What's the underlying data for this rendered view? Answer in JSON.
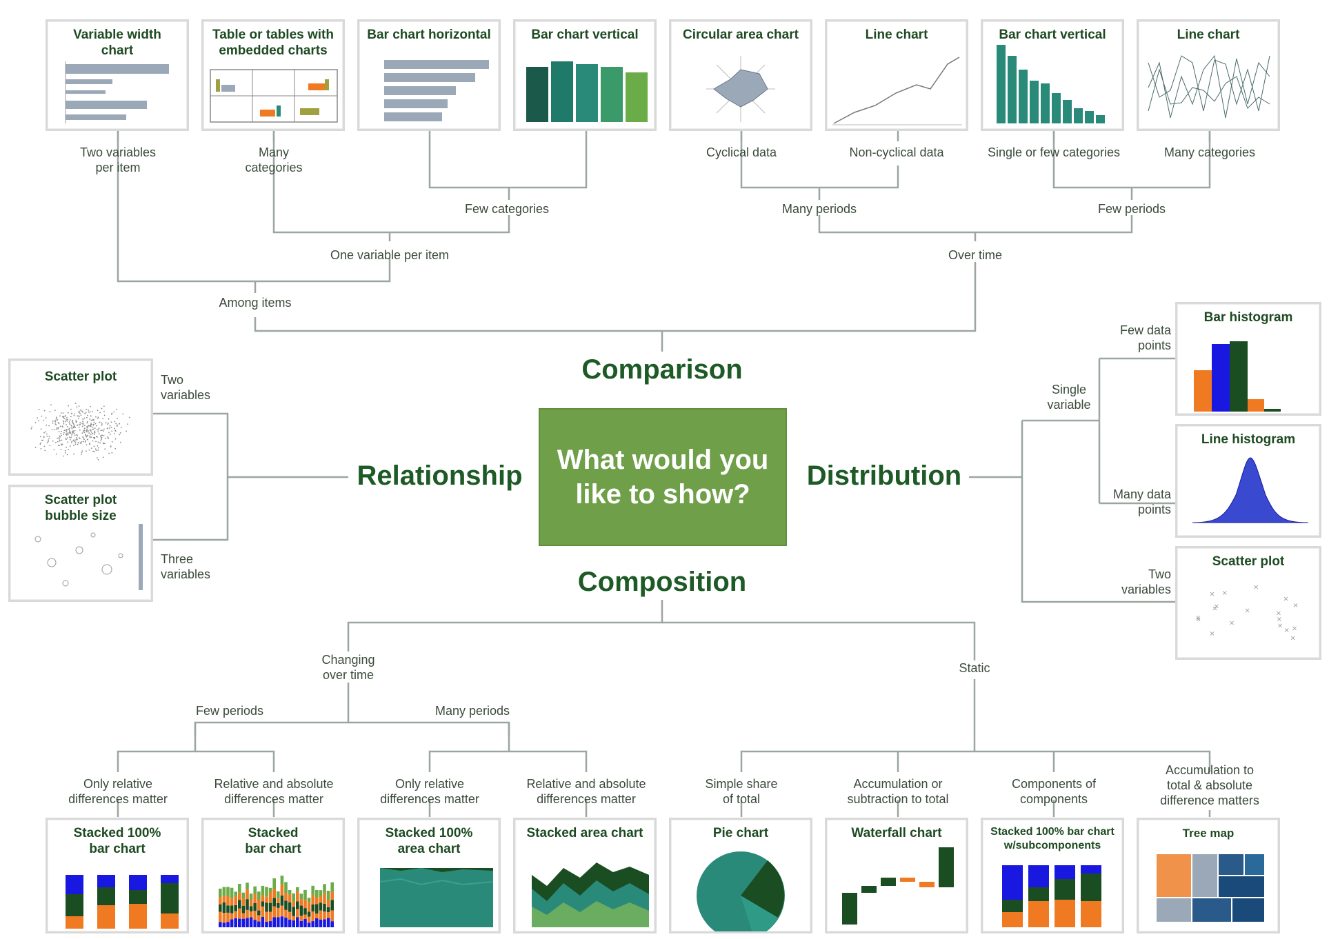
{
  "center_question": "What would you\nlike to show?",
  "categories": {
    "comparison": "Comparison",
    "relationship": "Relationship",
    "distribution": "Distribution",
    "composition": "Composition"
  },
  "branches": {
    "among_items": "Among items",
    "over_time": "Over time",
    "one_variable_per_item": "One variable per item",
    "few_categories": "Few categories",
    "many_periods_top": "Many periods",
    "few_periods_top": "Few periods",
    "two_variables_per_item": "Two variables\nper item",
    "many_categories_top": "Many\ncategories",
    "cyclical_data": "Cyclical data",
    "non_cyclical_data": "Non-cyclical data",
    "single_or_few_categories": "Single or few categories",
    "many_categories": "Many categories",
    "rel_two_variables": "Two\nvariables",
    "rel_three_variables": "Three\nvariables",
    "single_variable": "Single\nvariable",
    "few_data_points": "Few data\npoints",
    "many_data_points": "Many data\npoints",
    "dist_two_variables": "Two\nvariables",
    "changing_over_time": "Changing\nover time",
    "static": "Static",
    "few_periods_bottom": "Few periods",
    "many_periods_bottom": "Many periods",
    "only_relative_1": "Only relative\ndifferences matter",
    "relative_absolute_1": "Relative and absolute\ndifferences matter",
    "only_relative_2": "Only relative\ndifferences matter",
    "relative_absolute_2": "Relative and absolute\ndifferences matter",
    "simple_share": "Simple share\nof total",
    "accumulation_subtraction": "Accumulation or\nsubtraction to total",
    "components_of_components": "Components of\ncomponents",
    "accumulation_absolute": "Accumulation to\ntotal & absolute\ndifference matters"
  },
  "cards": {
    "variable_width": "Variable width\nchart",
    "table_embedded": "Table or tables with\nembedded charts",
    "bar_horizontal": "Bar chart horizontal",
    "bar_vertical_few": "Bar chart vertical",
    "circular_area": "Circular area chart",
    "line_chart_top": "Line chart",
    "bar_vertical_single": "Bar chart vertical",
    "line_chart_many": "Line chart",
    "scatter_plot_rel": "Scatter plot",
    "scatter_bubble": "Scatter plot\nbubble size",
    "bar_histogram": "Bar histogram",
    "line_histogram": "Line histogram",
    "scatter_plot_dist": "Scatter plot",
    "stacked_100_bar": "Stacked 100%\nbar chart",
    "stacked_bar": "Stacked\nbar chart",
    "stacked_100_area": "Stacked 100%\narea chart",
    "stacked_area": "Stacked area chart",
    "pie_chart": "Pie chart",
    "waterfall_chart": "Waterfall chart",
    "stacked_100_sub": "Stacked 100% bar chart\nw/subcomponents",
    "tree_map": "Tree map"
  },
  "colors": {
    "accent_green": "#6f9f48",
    "title_green": "#1d4a21",
    "teal": "#2a8a7a",
    "dark_green": "#1b4d22",
    "blue": "#1818e0",
    "orange": "#f07a22",
    "slate": "#9aa8b8",
    "wire": "#9aa6a0"
  }
}
